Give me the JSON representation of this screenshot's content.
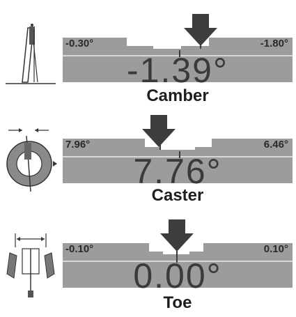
{
  "readouts": [
    {
      "label": "Camber",
      "value": "-1.39°",
      "min_label": "-0.30°",
      "max_label": "-1.80°"
    },
    {
      "label": "Caster",
      "value": "7.76°",
      "min_label": "7.96°",
      "max_label": "6.46°"
    },
    {
      "label": "Toe",
      "value": "0.00°",
      "min_label": "-0.10°",
      "max_label": "0.10°"
    }
  ],
  "icons": [
    "camber-wheel-side-icon",
    "caster-wheel-icon",
    "toe-vehicle-front-icon"
  ],
  "colors": {
    "gauge": "#9c9c9c",
    "gauge_dark": "#7e7e7e",
    "arrow": "#3d3d3d",
    "text": "#1e1e1e"
  }
}
